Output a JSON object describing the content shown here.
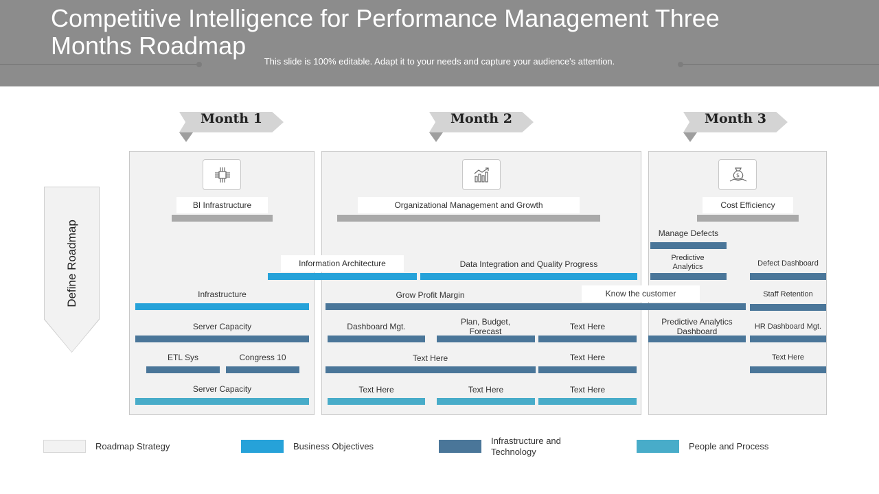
{
  "header": {
    "title": "Competitive Intelligence  for Performance Management Three Months Roadmap",
    "subtitle": "This slide is 100% editable. Adapt it to your needs and capture your audience's attention."
  },
  "side_label": "Define Roadmap",
  "months": [
    {
      "label": "Month 1",
      "icon": "circuit-icon"
    },
    {
      "label": "Month 2",
      "icon": "growth-chart-icon"
    },
    {
      "label": "Month 3",
      "icon": "money-bag-icon"
    }
  ],
  "month1": {
    "heading": "BI Infrastructure",
    "infrastructure": "Infrastructure",
    "server_capacity_a": "Server Capacity",
    "etl_sys": "ETL Sys",
    "congress": "Congress 10",
    "server_capacity_b": "Server Capacity"
  },
  "month2": {
    "heading": "Organizational Management and Growth",
    "info_arch": "Information Architecture",
    "data_integration": "Data Integration and Quality Progress",
    "grow_profit": "Grow Profit Margin",
    "know_customer": "Know the customer",
    "dashboard_mgt": "Dashboard Mgt.",
    "plan_budget": "Plan, Budget, Forecast",
    "text_here_1": "Text Here",
    "text_here_2": "Text Here",
    "text_here_3": "Text Here",
    "text_here_4": "Text Here",
    "text_here_5": "Text Here",
    "text_here_6": "Text Here"
  },
  "month3": {
    "heading": "Cost Efficiency",
    "manage_defects": "Manage Defects",
    "predictive_analytics": "Predictive Analytics",
    "defect_dashboard": "Defect Dashboard",
    "staff_retention": "Staff Retention",
    "predictive_dashboard": "Predictive Analytics Dashboard",
    "hr_dashboard": "HR Dashboard Mgt.",
    "text_here": "Text Here"
  },
  "legend": [
    {
      "label": "Roadmap  Strategy",
      "color": "#f2f2f2"
    },
    {
      "label": "Business Objectives",
      "color": "#26a2d9"
    },
    {
      "label": "Infrastructure and Technology",
      "color": "#4a7699"
    },
    {
      "label": "People and Process",
      "color": "#48acc9"
    }
  ]
}
